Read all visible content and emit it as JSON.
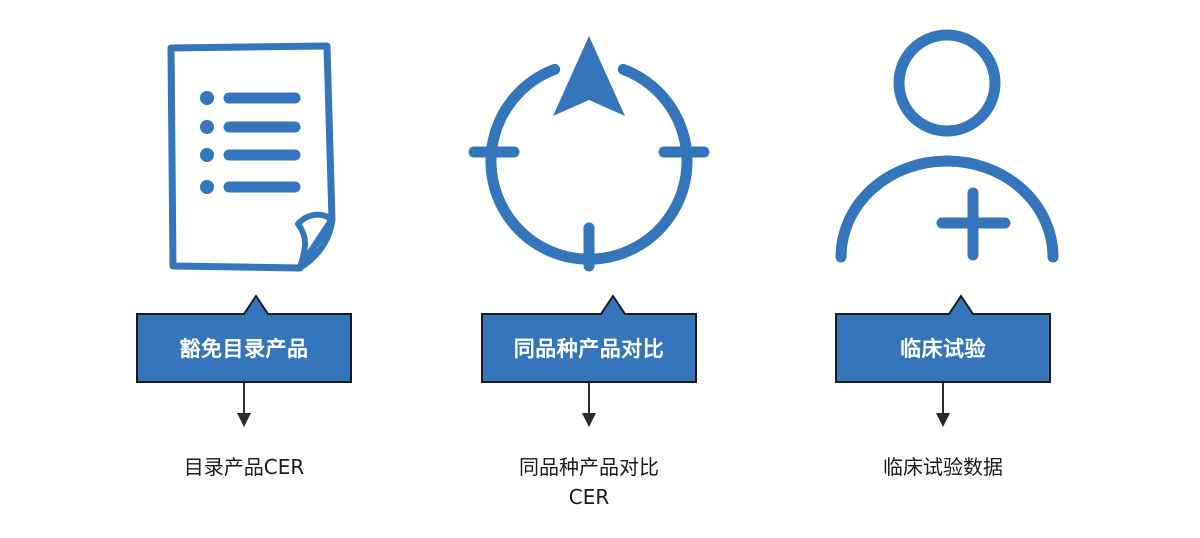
{
  "colors": {
    "accent": "#3575bb",
    "text": "#1a1a1a",
    "background": "#ffffff",
    "arrow": "#2a2a2a"
  },
  "steps": [
    {
      "icon": "document-list-icon",
      "label": "豁免目录产品",
      "result": "目录产品CER"
    },
    {
      "icon": "compass-target-icon",
      "label": "同品种产品对比",
      "result": "同品种产品对比\nCER"
    },
    {
      "icon": "user-add-icon",
      "label": "临床试验",
      "result": "临床试验数据"
    }
  ]
}
